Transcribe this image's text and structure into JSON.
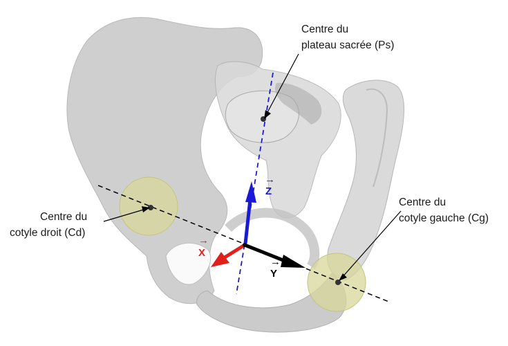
{
  "labels": {
    "sacral_line1": "Centre du",
    "sacral_line2": "plateau sacrée (Ps)",
    "right_line1": "Centre du",
    "right_line2": "cotyle droit (Cd)",
    "left_line1": "Centre du",
    "left_line2": "cotyle gauche (Cg)"
  },
  "axes": {
    "x": {
      "arrow": "→",
      "letter": "X",
      "color": "#e0201b"
    },
    "y": {
      "arrow": "→",
      "letter": "Y",
      "color": "#000000"
    },
    "z": {
      "arrow": "→",
      "letter": "Z",
      "color": "#1a1ad6"
    }
  },
  "colors": {
    "bone_fill": "#cfcfcf",
    "bone_shadow": "#b3b3b3",
    "acetabulum_fill": "#d7d79a",
    "dashed_line": "#000000",
    "sacral_axis": "#1a1ad6"
  }
}
